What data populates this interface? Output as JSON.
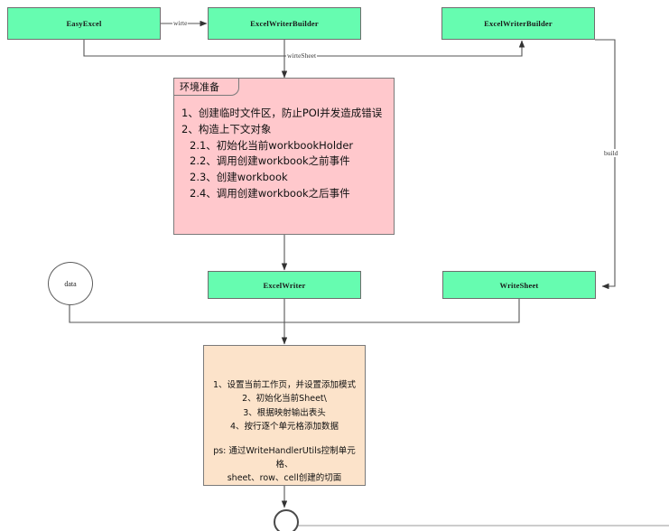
{
  "diagram": {
    "title": "EasyExcel write flow",
    "colors": {
      "node_green": "#66FCB0",
      "prep_pink": "#FFC8CC",
      "write_orange": "#FCE3CA",
      "stroke": "#6E6E6E"
    },
    "nodes": {
      "easy_excel": "EasyExcel",
      "excel_writer_builder_1": "ExcelWriterBuilder",
      "excel_writer_builder_2": "ExcelWriterBuilder",
      "excel_writer": "ExcelWriter",
      "write_sheet": "WriteSheet",
      "data_source": "data"
    },
    "edges": {
      "wirte": "wirte",
      "wirte_sheet": "wirteSheet",
      "build": "build"
    },
    "prep_block": {
      "tab_label": "环境准备",
      "lines": [
        {
          "text": "1、创建临时文件区，防止POI并发造成错误",
          "indent": false
        },
        {
          "text": "2、构造上下文对象",
          "indent": false
        },
        {
          "text": "2.1、初始化当前workbookHolder",
          "indent": true
        },
        {
          "text": "2.2、调用创建workbook之前事件",
          "indent": true
        },
        {
          "text": "2.3、创建workbook",
          "indent": true
        },
        {
          "text": "2.4、调用创建workbook之后事件",
          "indent": true
        }
      ]
    },
    "write_block": {
      "lines": [
        "1、设置当前工作页，并设置添加模式",
        "2、初始化当前Sheet\\",
        "3、根据映射输出表头",
        "4、按行逐个单元格添加数据"
      ],
      "note_lines": [
        "ps: 通过WriteHandlerUtils控制单元格、",
        "sheet、row、cell创建的切面"
      ]
    }
  }
}
